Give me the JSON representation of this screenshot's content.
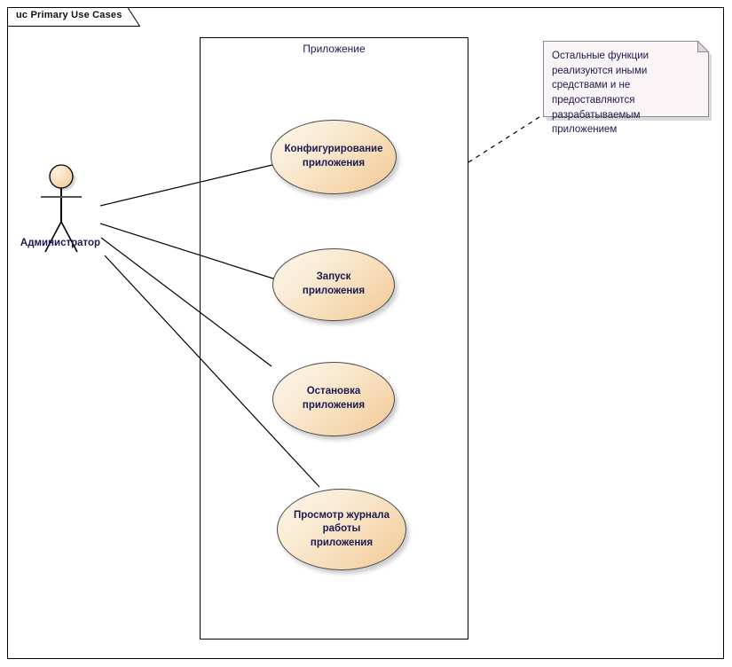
{
  "frame": {
    "title": "uc Primary Use Cases"
  },
  "boundary": {
    "label": "Приложение"
  },
  "actor": {
    "name": "Администратор",
    "icon": "actor-stick-figure-icon"
  },
  "use_cases": [
    {
      "id": "configure",
      "label": "Конфигурирование приложения"
    },
    {
      "id": "start",
      "label": "Запуск приложения"
    },
    {
      "id": "stop",
      "label": "Остановка приложения"
    },
    {
      "id": "viewlog",
      "label": "Просмотр журнала работы приложения"
    }
  ],
  "note": {
    "text": "Остальные функции реализуются иными средствами и не предоставляются разрабатываемым приложением"
  },
  "colors": {
    "use_case_fill_light": "#fdf6ea",
    "use_case_fill_dark": "#f2c894",
    "use_case_border": "#4a4a4a",
    "note_fill": "#fbf4f6",
    "note_border": "#8a8a9a",
    "text": "#1a1a50",
    "line": "#000000"
  }
}
